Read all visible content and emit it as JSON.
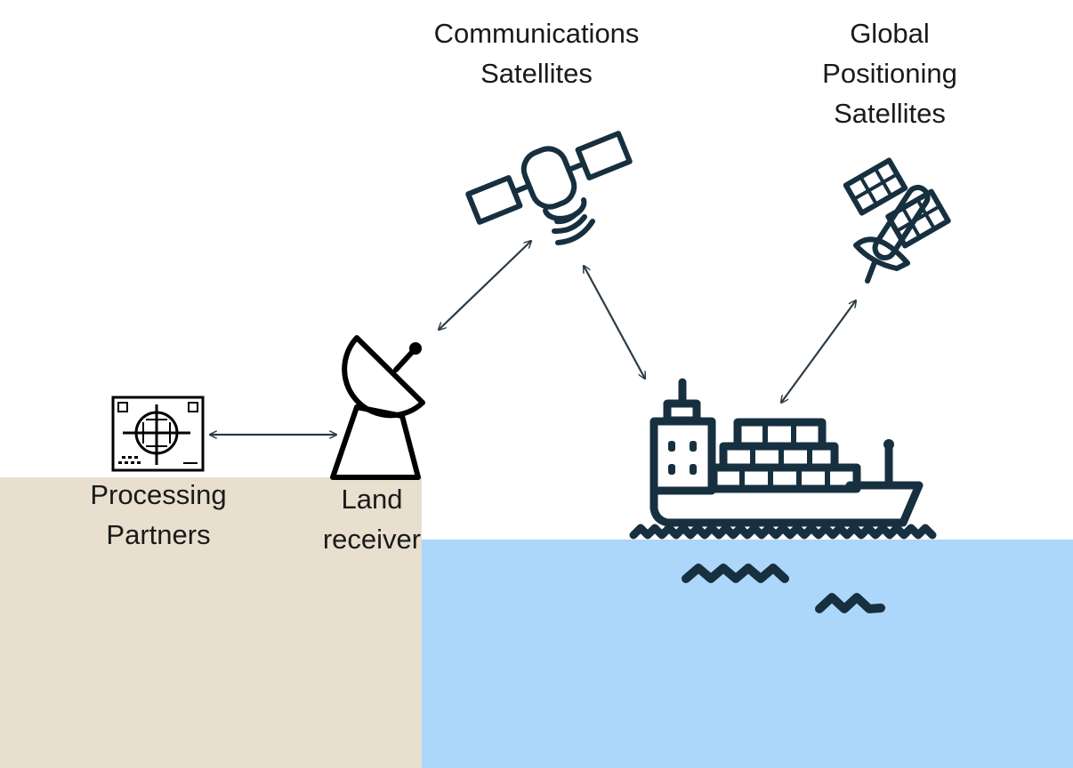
{
  "labels": {
    "comm_line1": "Communications",
    "comm_line2": "Satellites",
    "gps_line1": "Global",
    "gps_line2": "Positioning",
    "gps_line3": "Satellites",
    "partners_line1": "Processing",
    "partners_line2": "Partners",
    "receiver_line1": "Land",
    "receiver_line2": "receiver"
  },
  "colors": {
    "land": "#e8dfcf",
    "sea": "#add6fb",
    "icon_dark": "#173040",
    "arrow": "#2a3b47",
    "black": "#000000"
  },
  "icons": [
    "processing-partners-icon",
    "land-receiver-dish-icon",
    "communications-satellite-icon",
    "gps-satellite-icon",
    "cargo-ship-icon",
    "wave-icon"
  ]
}
